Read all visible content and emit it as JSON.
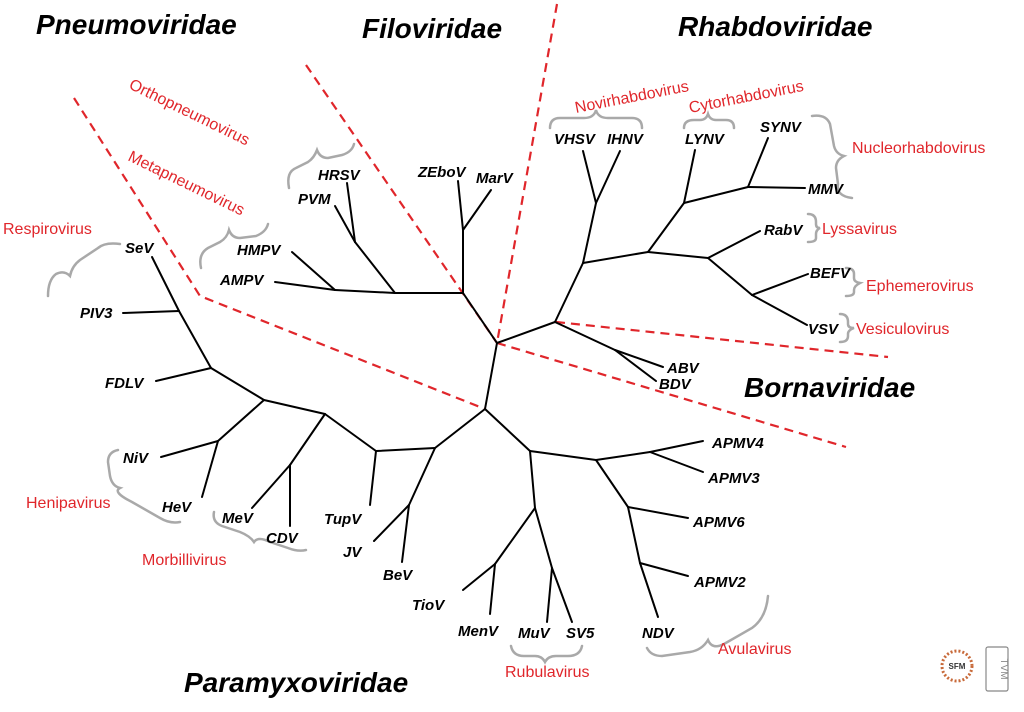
{
  "families": {
    "pneumoviridae": "Pneumoviridae",
    "filoviridae": "Filoviridae",
    "rhabdoviridae": "Rhabdoviridae",
    "bornaviridae": "Bornaviridae",
    "paramyxoviridae": "Paramyxoviridae"
  },
  "genera": {
    "orthopneumovirus": "Orthopneumovirus",
    "metapneumovirus": "Metapneumovirus",
    "respirovirus": "Respirovirus",
    "henipavirus": "Henipavirus",
    "morbillivirus": "Morbillivirus",
    "rubulavirus": "Rubulavirus",
    "avulavirus": "Avulavirus",
    "novirhabdovirus": "Novirhabdovirus",
    "cytorhabdovirus": "Cytorhabdovirus",
    "nucleorhabdovirus": "Nucleorhabdovirus",
    "lyssavirus": "Lyssavirus",
    "ephemerovirus": "Ephemerovirus",
    "vesiculovirus": "Vesiculovirus"
  },
  "leaves": {
    "hrsv": "HRSV",
    "pvm": "PVM",
    "hmpv": "HMPV",
    "ampv": "AMPV",
    "zebov": "ZEboV",
    "marv": "MarV",
    "vhsv": "VHSV",
    "ihnv": "IHNV",
    "lynv": "LYNV",
    "synv": "SYNV",
    "mmv": "MMV",
    "rabv": "RabV",
    "befv": "BEFV",
    "vsv": "VSV",
    "abv": "ABV",
    "bdv": "BDV",
    "sev": "SeV",
    "piv3": "PIV3",
    "fdlv": "FDLV",
    "niv": "NiV",
    "hev": "HeV",
    "mev": "MeV",
    "cdv": "CDV",
    "tupv": "TupV",
    "jv": "JV",
    "bev": "BeV",
    "tiov": "TioV",
    "menv": "MenV",
    "muv": "MuV",
    "sv5": "SV5",
    "ndv": "NDV",
    "apmv4": "APMV4",
    "apmv3": "APMV3",
    "apmv6": "APMV6",
    "apmv2": "APMV2"
  },
  "logos": {
    "sfm": "SFM",
    "tvm": "TVM"
  },
  "colors": {
    "genus_red": "#e0262b",
    "brace_gray": "#a9a9a9",
    "branch_black": "#000000"
  }
}
